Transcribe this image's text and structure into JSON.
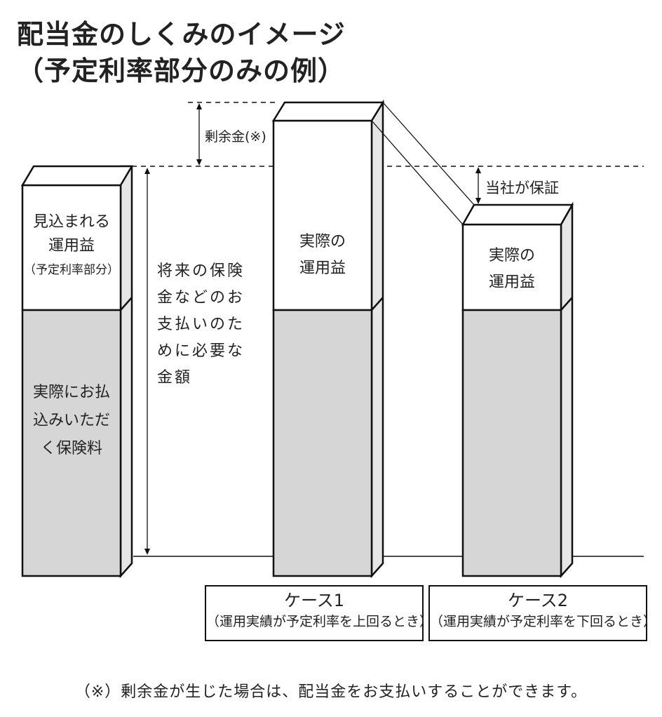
{
  "title": {
    "line1": "配当金のしくみのイメージ",
    "line2": "（予定利率部分のみの例）"
  },
  "left_column": {
    "top_line1": "見込まれる",
    "top_line2": "運用益",
    "top_line3": "（予定利率部分）",
    "bottom_line1": "実際にお払",
    "bottom_line2": "込みいただ",
    "bottom_line3": "く保険料"
  },
  "side_label": {
    "line1": "将来の保険",
    "line2": "金などのお",
    "line3": "支払いのた",
    "line4": "めに必要な",
    "line5": "金額"
  },
  "surplus_label": "剰余金(※)",
  "guarantee_label": "当社が保証",
  "case1": {
    "top_line1": "実際の",
    "top_line2": "運用益",
    "name": "ケース1",
    "sub": "（運用実績が予定利率を上回るとき）"
  },
  "case2": {
    "top_line1": "実際の",
    "top_line2": "運用益",
    "name": "ケース2",
    "sub": "（運用実績が予定利率を下回るとき）"
  },
  "footnote": "（※）剰余金が生じた場合は、配当金をお支払いすることができます。",
  "colors": {
    "premium_fill": "#d6d6d6",
    "side_fill": "#e6e6e6",
    "stroke": "#111111"
  }
}
